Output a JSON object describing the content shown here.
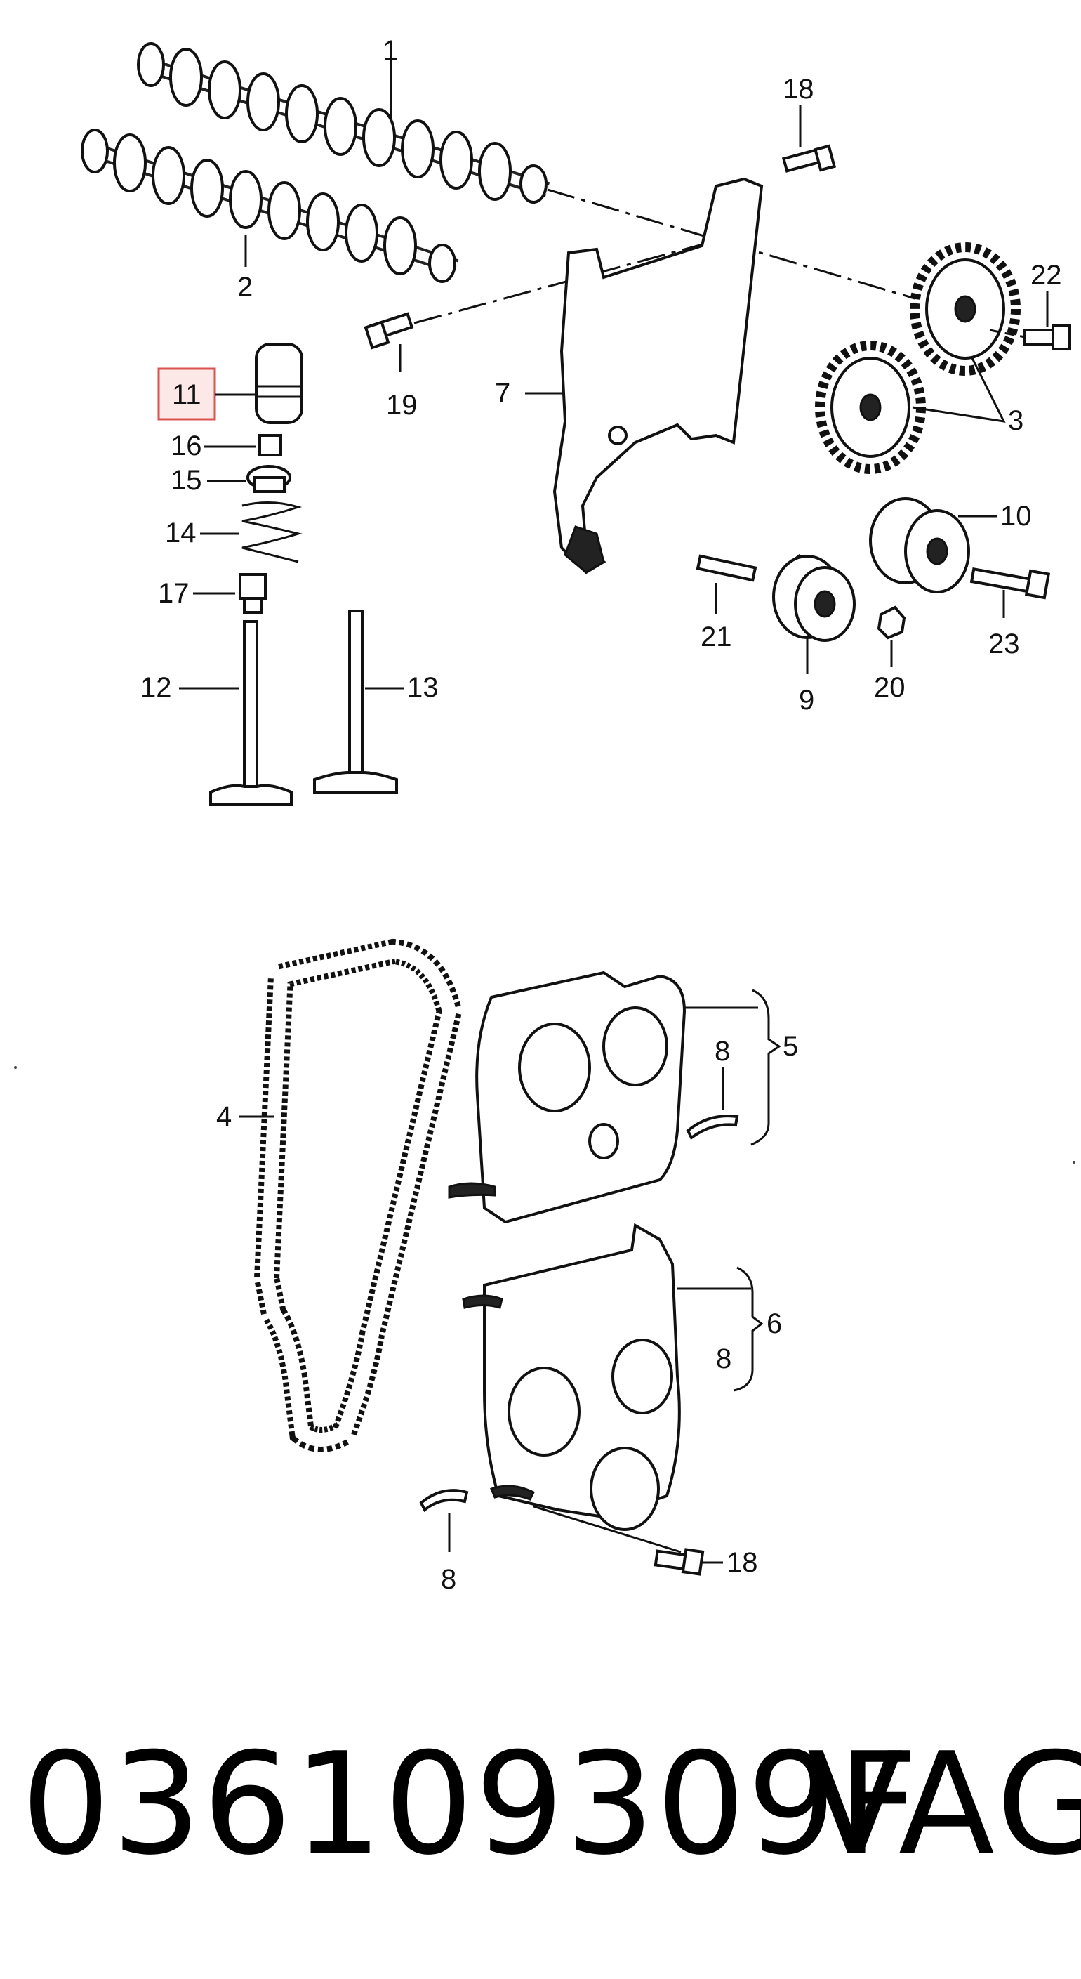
{
  "callouts": [
    {
      "id": "1",
      "text": "1"
    },
    {
      "id": "2",
      "text": "2"
    },
    {
      "id": "3",
      "text": "3"
    },
    {
      "id": "4",
      "text": "4"
    },
    {
      "id": "5",
      "text": "5"
    },
    {
      "id": "6",
      "text": "6"
    },
    {
      "id": "7",
      "text": "7"
    },
    {
      "id": "8a",
      "text": "8"
    },
    {
      "id": "8b",
      "text": "8"
    },
    {
      "id": "8c",
      "text": "8"
    },
    {
      "id": "9",
      "text": "9"
    },
    {
      "id": "10",
      "text": "10"
    },
    {
      "id": "11",
      "text": "11"
    },
    {
      "id": "12",
      "text": "12"
    },
    {
      "id": "13",
      "text": "13"
    },
    {
      "id": "14",
      "text": "14"
    },
    {
      "id": "15",
      "text": "15"
    },
    {
      "id": "16",
      "text": "16"
    },
    {
      "id": "17",
      "text": "17"
    },
    {
      "id": "18a",
      "text": "18"
    },
    {
      "id": "18b",
      "text": "18"
    },
    {
      "id": "19",
      "text": "19"
    },
    {
      "id": "20",
      "text": "20"
    },
    {
      "id": "21",
      "text": "21"
    },
    {
      "id": "22",
      "text": "22"
    },
    {
      "id": "23",
      "text": "23"
    }
  ],
  "highlighted_callout": "11",
  "highlight_color": "#d9534f",
  "footer": {
    "part_number": "036109309F",
    "brand": "VAG"
  }
}
